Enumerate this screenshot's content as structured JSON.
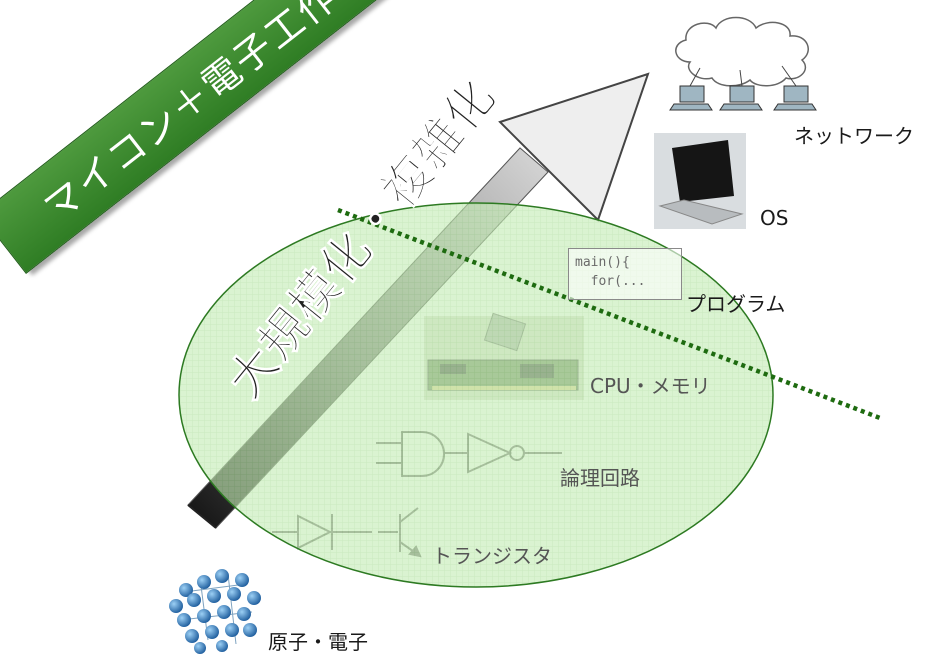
{
  "banner": {
    "text": "マイコン＋電子工作"
  },
  "arrow": {
    "text": "大規模化・複雑化"
  },
  "layers": {
    "network": "ネットワーク",
    "os": "OS",
    "program": "プログラム",
    "cpu_memory": "CPU・メモリ",
    "logic_circuit": "論理回路",
    "transistor": "トランジスタ",
    "atom_electron": "原子・電子"
  },
  "code_snippet": {
    "line1": "main(){",
    "line2": "  for(..."
  },
  "colors": {
    "banner_green": "#3a8a2e",
    "ellipse_fill": "#b8e6a8",
    "dotted_line": "#1e6b10",
    "atom_blue": "#2c6fb0"
  }
}
